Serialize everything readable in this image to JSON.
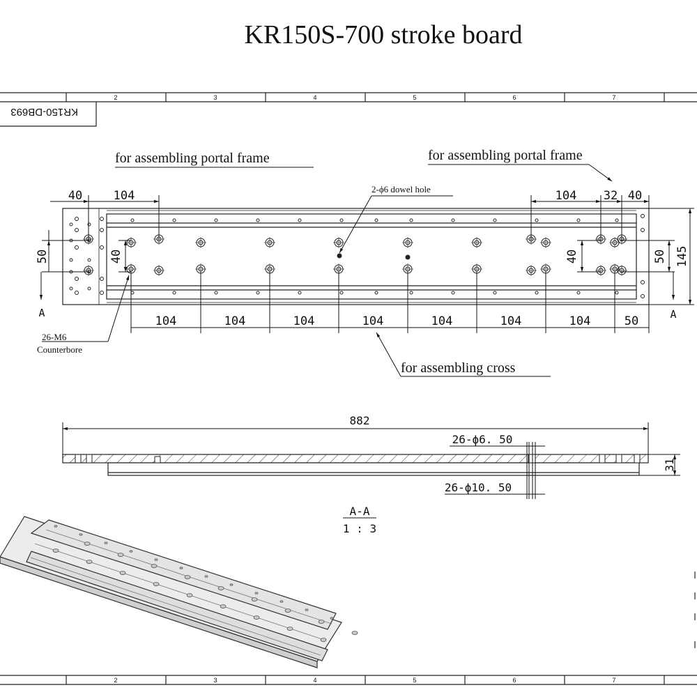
{
  "title": "KR150S-700 stroke board",
  "frame": {
    "column_numbers": [
      "2",
      "3",
      "4",
      "5",
      "6",
      "7"
    ],
    "drawing_number": "KR150-DB693"
  },
  "annotations": {
    "portal_left": "for assembling portal frame",
    "portal_right": "for assembling portal frame",
    "dowel": "2-ϕ6 dowel hole",
    "counterbore_qty": "26-M6",
    "counterbore": "Counterbore",
    "cross": "for assembling cross"
  },
  "top_view": {
    "dim_left_edge": "40",
    "dim_left_pitch": "104",
    "dim_right_pitch": "104",
    "dim_right_small": "32",
    "dim_right_edge": "40",
    "dim_left_height": "50",
    "dim_left_row": "40",
    "dim_right_row": "40",
    "dim_right_height": "50",
    "dim_total_height": "145",
    "bottom_pitch": [
      "104",
      "104",
      "104",
      "104",
      "104",
      "104",
      "104"
    ],
    "bottom_end": "50",
    "section_mark": "A"
  },
  "section_view": {
    "length": "882",
    "thickness": "31",
    "hole_small": "26-ϕ6. 50",
    "hole_large": "26-ϕ10. 50",
    "label": "A-A",
    "scale": "1 : 3"
  }
}
